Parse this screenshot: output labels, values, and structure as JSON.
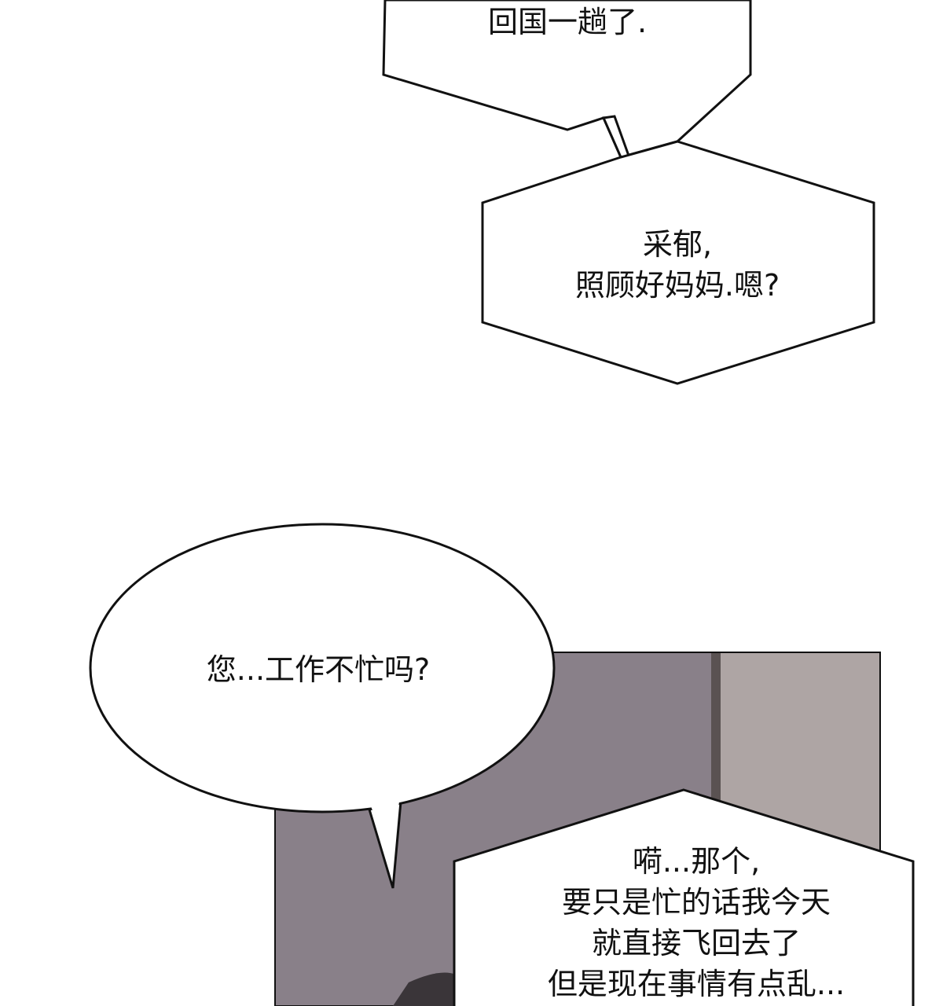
{
  "bubbles": {
    "top": {
      "lines": [
        "回国一趟了."
      ]
    },
    "second": {
      "lines": [
        "采郁,",
        "照顾好妈妈.嗯?"
      ]
    },
    "oval": {
      "lines": [
        "您...工作不忙吗?"
      ]
    },
    "bottom": {
      "lines": [
        "嗬...那个,",
        "要只是忙的话我今天",
        "就直接飞回去了",
        "但是现在事情有点乱..."
      ]
    }
  },
  "colors": {
    "background": "#ffffff",
    "bubble_fill": "#ffffff",
    "bubble_stroke": "#111111",
    "wall_dark": "#898089",
    "wall_light": "#aea5a4",
    "door_edge": "#5a5252"
  }
}
